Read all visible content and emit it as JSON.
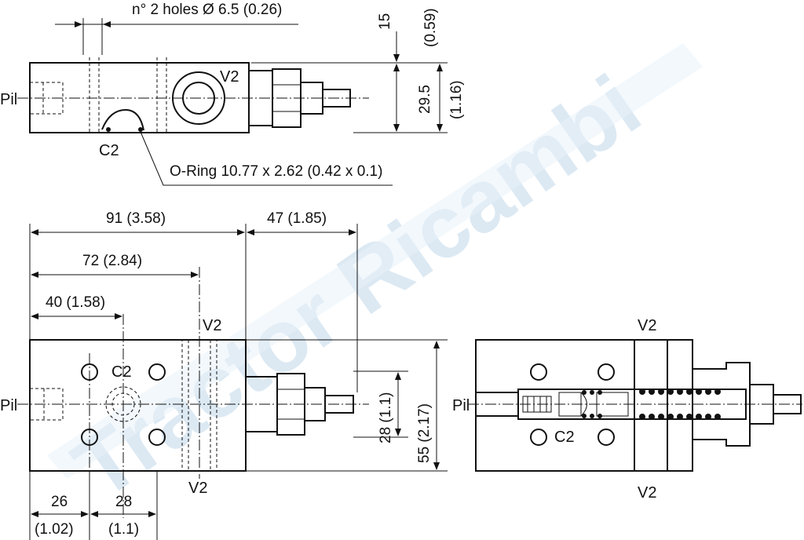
{
  "watermark": "Tractor Ricambi",
  "top_view": {
    "holes_note": "n° 2 holes Ø 6.5 (0.26)",
    "dim_15": "15",
    "dim_15_in": "(0.59)",
    "dim_29_5": "29.5",
    "dim_29_5_in": "(1.16)",
    "port_v2": "V2",
    "port_pil": "Pil",
    "port_c2": "C2",
    "oring_note": "O-Ring 10.77 x 2.62 (0.42 x 0.1)"
  },
  "front_view": {
    "dim_91": "91 (3.58)",
    "dim_47": "47 (1.85)",
    "dim_72": "72 (2.84)",
    "dim_40": "40 (1.58)",
    "dim_28v": "28 (1.1)",
    "dim_55": "55 (2.17)",
    "dim_26": "26",
    "dim_26_in": "(1.02)",
    "dim_28h": "28",
    "dim_28h_in": "(1.1)",
    "port_v2_top": "V2",
    "port_v2_bottom": "V2",
    "port_c2": "C2",
    "port_pil": "Pil"
  },
  "section_view": {
    "port_v2_top": "V2",
    "port_v2_bottom": "V2",
    "port_c2": "C2",
    "port_pil": "Pil"
  }
}
